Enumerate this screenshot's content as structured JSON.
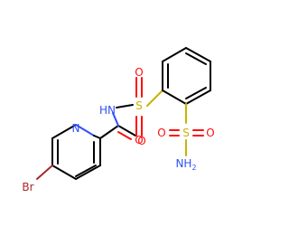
{
  "molecule": {
    "colors": {
      "bond": "#000000",
      "oxygen": "#ff0d0d",
      "nitrogen": "#3050f8",
      "sulfur": "#c8b400",
      "bromine": "#a62929"
    },
    "atoms": {
      "br": "Br",
      "n_pyridine": "N",
      "o_carbonyl": "O",
      "nh_amide": "HN",
      "s_sulfonyl": "S",
      "o_sulfonyl_top": "O",
      "o_sulfonyl_bottom": "O",
      "s_sulfonamide": "S",
      "o_sulfonamide_left": "O",
      "o_sulfonamide_right": "O",
      "nh2_n": "NH",
      "nh2_sub": "2"
    }
  }
}
